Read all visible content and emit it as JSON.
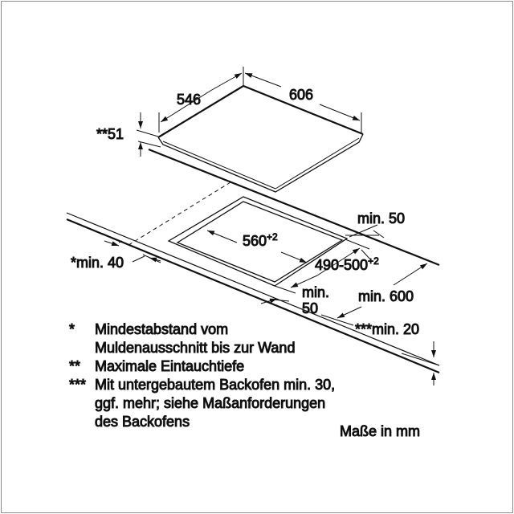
{
  "dimensions": {
    "depth": "546",
    "width": "606",
    "height": "**51",
    "cutout_width": "560",
    "cutout_width_tol": "+2",
    "cutout_depth": "490-500",
    "cutout_depth_tol": "+2",
    "min_back": "min. 50",
    "min_side": "*min. 40",
    "min_front_1": "min.",
    "min_front_2": "50",
    "min_counter": "min. 600",
    "min_bottom": "***min. 20"
  },
  "notes": [
    {
      "mark": "*",
      "lines": [
        "Mindestabstand vom",
        "Muldenausschnitt bis zur Wand"
      ]
    },
    {
      "mark": "**",
      "lines": [
        "Maximale Eintauchtiefe"
      ]
    },
    {
      "mark": "***",
      "lines": [
        "Mit untergebautem Backofen min. 30,",
        "ggf. mehr; siehe Maßanforderungen",
        "des Backofens"
      ]
    }
  ],
  "units_label": "Maße in mm"
}
